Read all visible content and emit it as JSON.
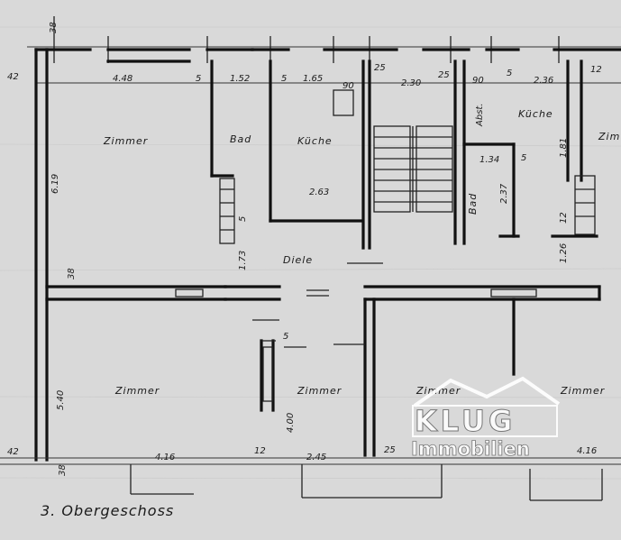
{
  "plan": {
    "title": "3. Obergeschoss",
    "rooms": {
      "zimmer_top_left": "Zimmer",
      "bad_left": "Bad",
      "kueche_left": "Küche",
      "kueche_right": "Küche",
      "zimmer_top_right": "Zim",
      "bad_right": "Bad",
      "diele": "Diele",
      "zimmer_bottom_1": "Zimmer",
      "zimmer_bottom_2": "Zimmer",
      "zimmer_bottom_3": "Zimmer",
      "zimmer_bottom_4": "Zimmer",
      "abst": "Abst."
    },
    "measurements": {
      "m_38_top": "38",
      "m_42_left": "42",
      "m_448": "4.48",
      "m_5_a": "5",
      "m_152": "1.52",
      "m_5_b": "5",
      "m_165": "1.65",
      "m_90_a": "90",
      "m_25_a": "25",
      "m_230": "2.30",
      "m_25_b": "25",
      "m_90_b": "90",
      "m_5_c": "5",
      "m_236": "2.36",
      "m_12_top": "12",
      "m_619": "6.19",
      "m_263": "2.63",
      "m_5_d": "5",
      "m_173": "1.73",
      "m_38_mid": "38",
      "m_134": "1.34",
      "m_5_e": "5",
      "m_237": "2.37",
      "m_181": "1.81",
      "m_12_right": "12",
      "m_126": "1.26",
      "m_5_f": "5",
      "m_540": "5.40",
      "m_400": "4.00",
      "m_42_bottom": "42",
      "m_416_a": "4.16",
      "m_12_bottom": "12",
      "m_245": "2.45",
      "m_25_c": "25",
      "m_416_b": "4.16",
      "m_38_bottom": "38"
    },
    "logo": {
      "brand": "KLUG",
      "subtitle": "Immobilien"
    }
  }
}
